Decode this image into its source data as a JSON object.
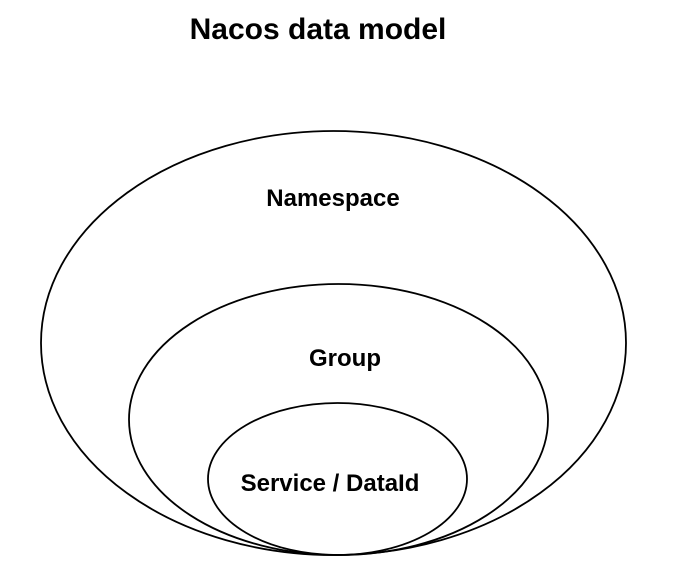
{
  "diagram": {
    "title": "Nacos data model",
    "type": "nested-ellipse-diagram",
    "layers": [
      {
        "label": "Namespace",
        "level": 1
      },
      {
        "label": "Group",
        "level": 2
      },
      {
        "label": "Service / DataId",
        "level": 3
      }
    ]
  },
  "colors": {
    "background": "#ffffff",
    "stroke": "#000000",
    "text": "#000000"
  }
}
